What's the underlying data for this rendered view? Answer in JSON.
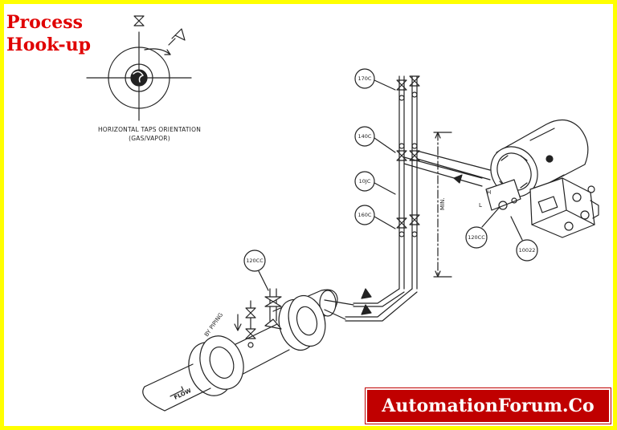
{
  "title": {
    "line1": "Process",
    "line2": "Hook-up"
  },
  "orientation_caption": {
    "line1": "HORIZONTAL TAPS ORIENTATION",
    "line2": "(GAS/VAPOR)"
  },
  "tags": {
    "t170": "170C",
    "t140": "140C",
    "t10": "10JC",
    "t160": "160C",
    "t120cc_left": "120CC",
    "t120cc_right": "120CC",
    "t10022": "10022"
  },
  "labels": {
    "min": "MIN.",
    "by_piping": "BY PIPING",
    "flow": "FLOW",
    "h": "H",
    "l": "L"
  },
  "brand": "AutomationForum.Co",
  "colors": {
    "frame": "#ffff00",
    "title": "#e00000",
    "brand_bg": "#c00000",
    "line": "#222222"
  }
}
